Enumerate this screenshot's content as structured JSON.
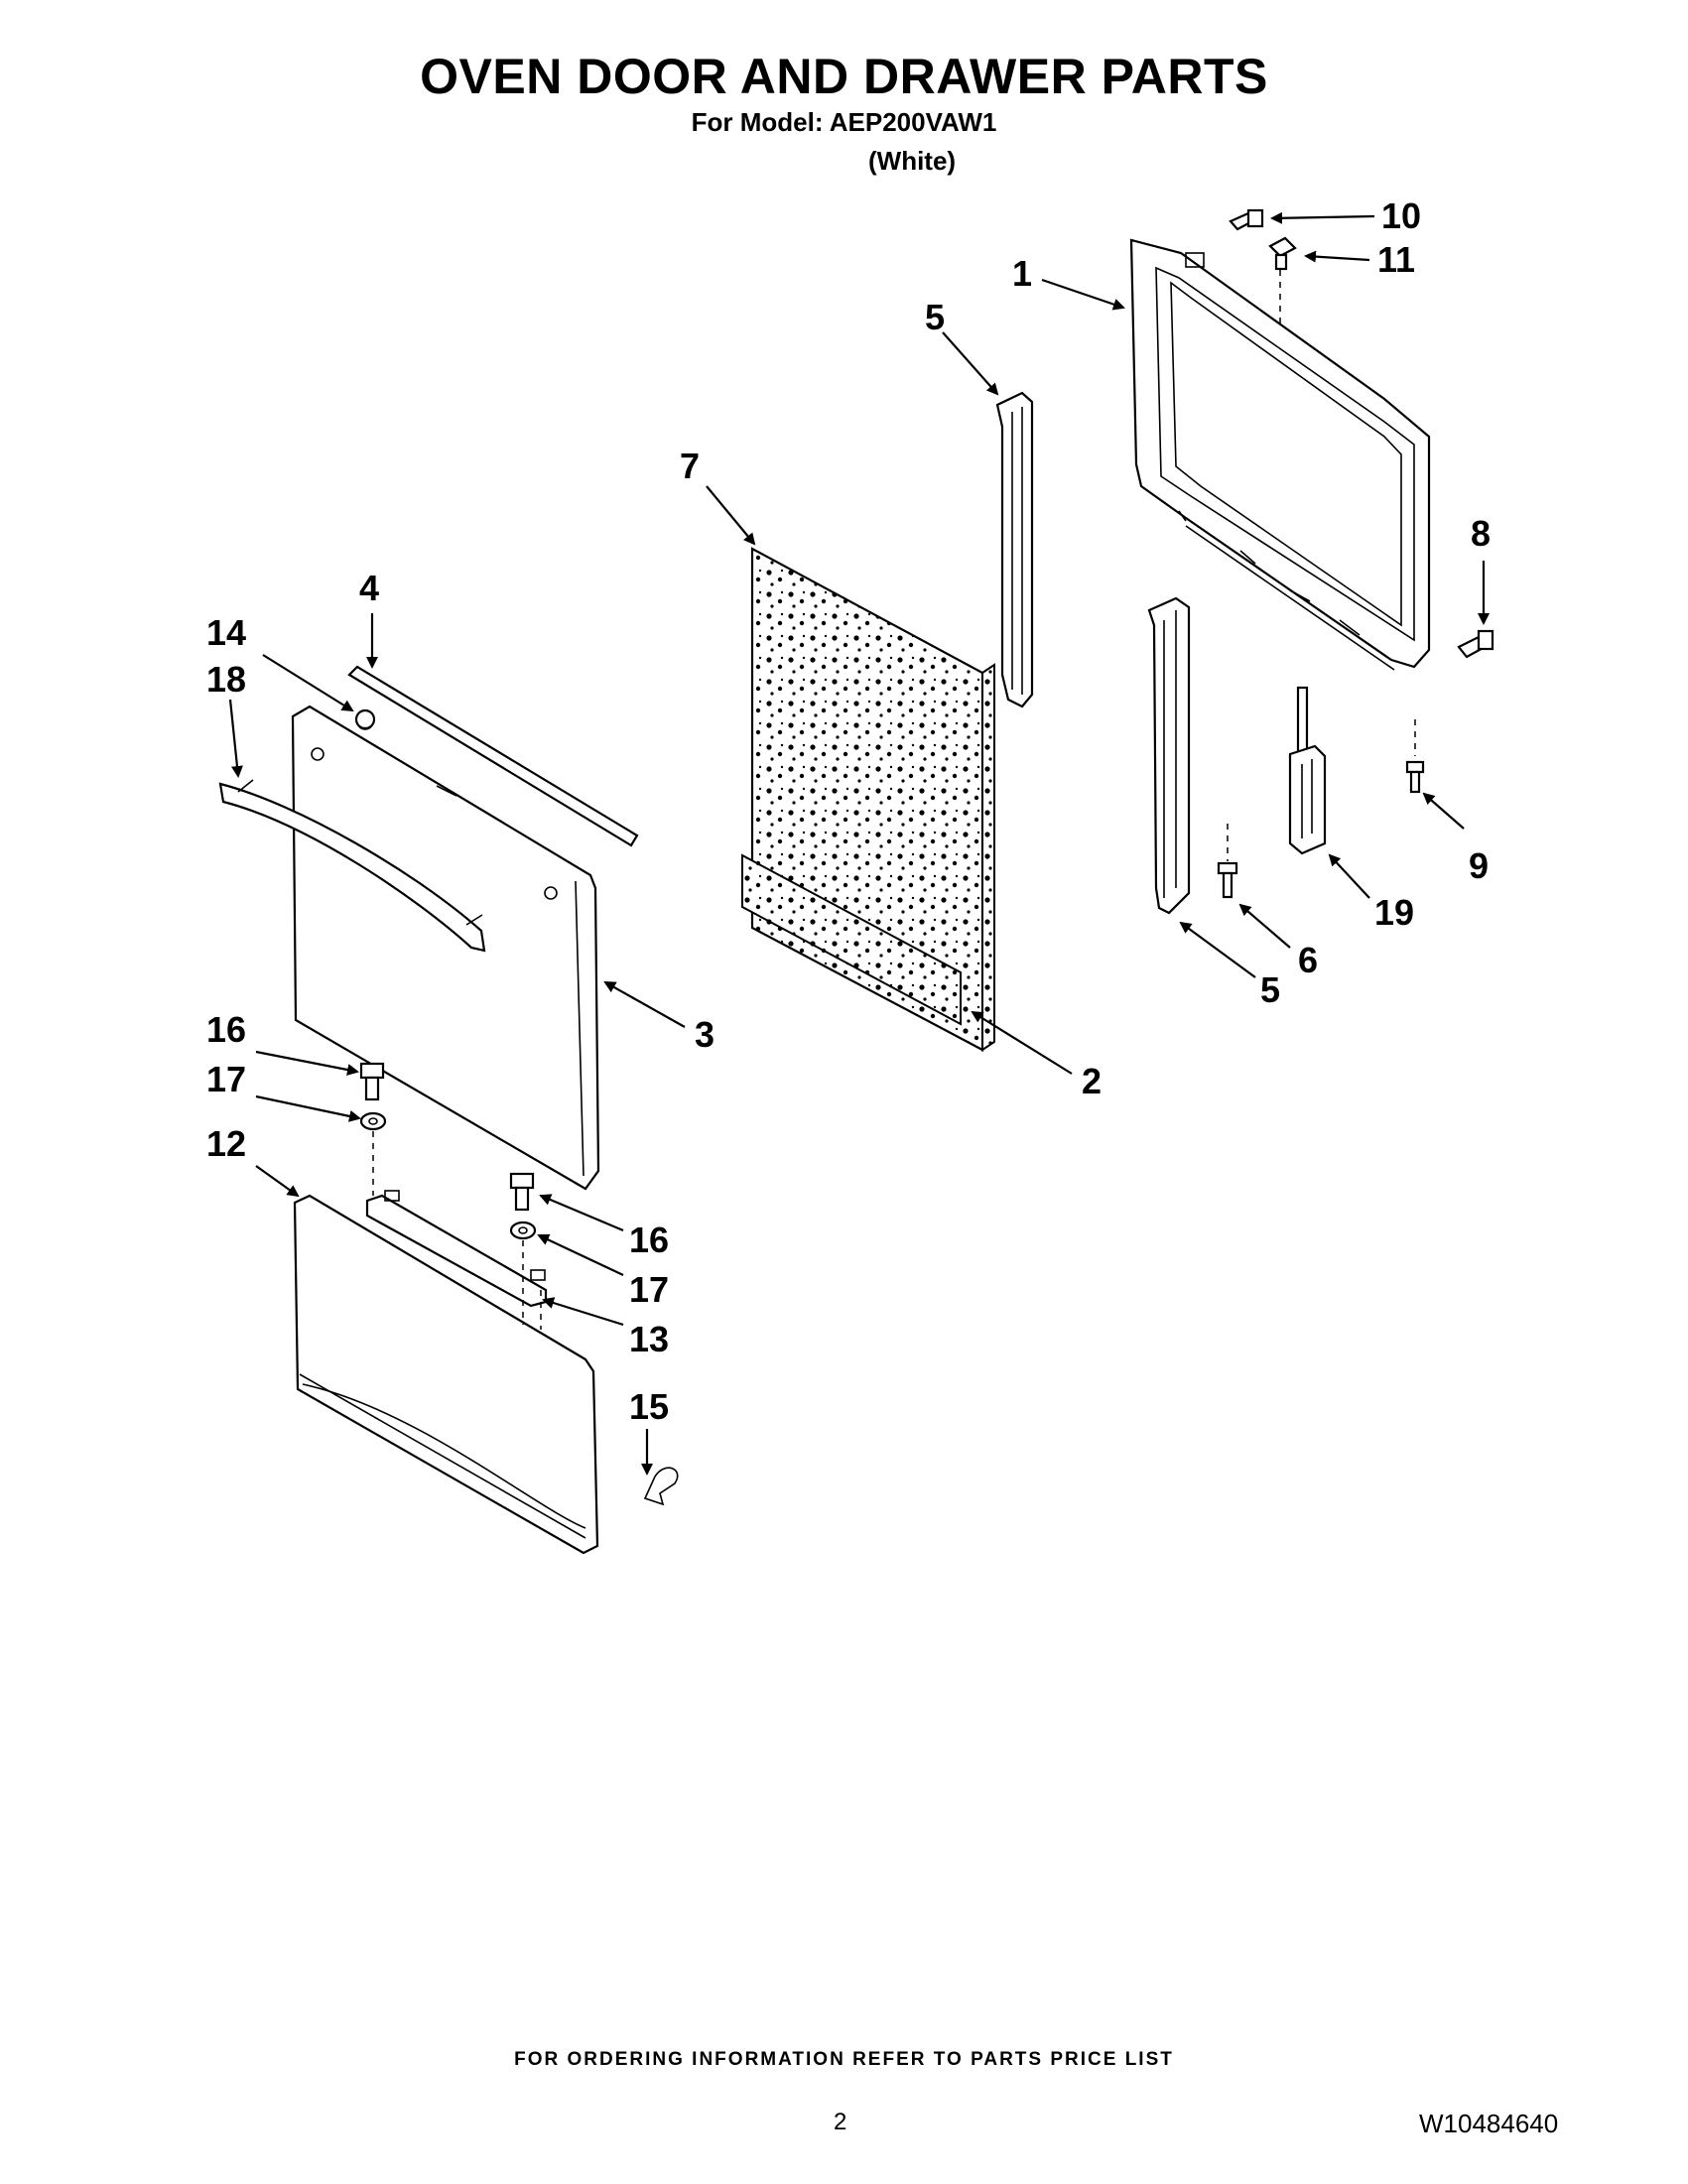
{
  "header": {
    "title": "OVEN DOOR AND DRAWER PARTS",
    "model_line": "For Model: AEP200VAW1",
    "variant": "(White)"
  },
  "callouts": {
    "c1": "1",
    "c2": "2",
    "c3": "3",
    "c4": "4",
    "c5a": "5",
    "c5b": "5",
    "c6": "6",
    "c7": "7",
    "c8": "8",
    "c9": "9",
    "c10": "10",
    "c11": "11",
    "c12": "12",
    "c13": "13",
    "c14": "14",
    "c15": "15",
    "c16a": "16",
    "c16b": "16",
    "c17a": "17",
    "c17b": "17",
    "c18": "18",
    "c19": "19"
  },
  "footer": {
    "note": "FOR ORDERING INFORMATION REFER TO PARTS PRICE LIST",
    "page": "2",
    "doc_number": "W10484640"
  }
}
